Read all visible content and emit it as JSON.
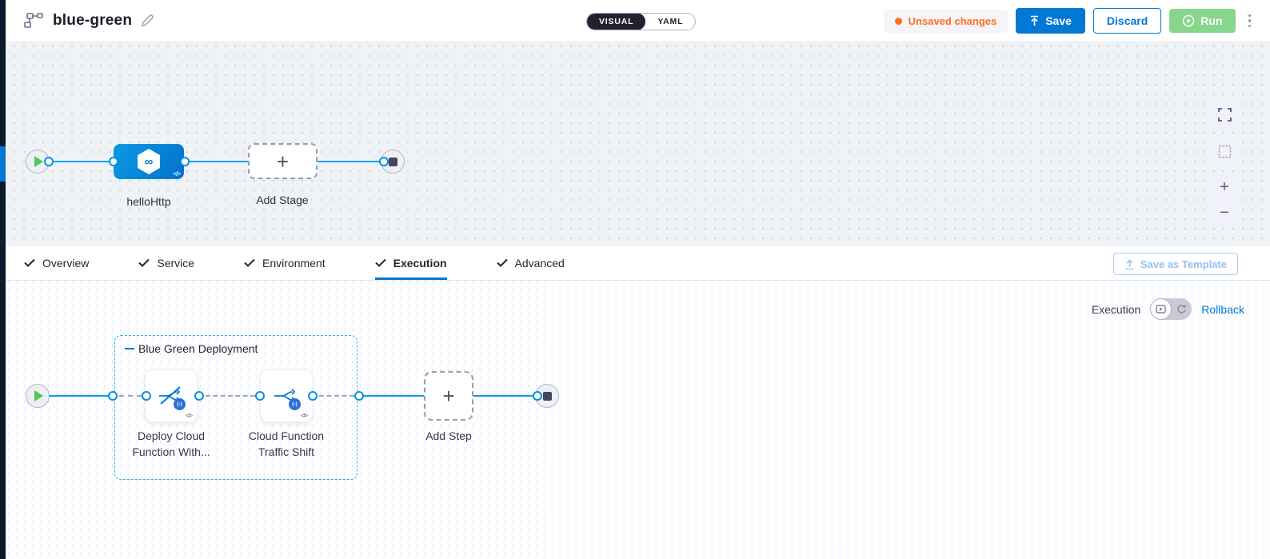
{
  "header": {
    "title": "blue-green",
    "mode_toggle": {
      "visual": "VISUAL",
      "yaml": "YAML"
    },
    "unsaved_badge": "Unsaved changes",
    "save_label": "Save",
    "discard_label": "Discard",
    "run_label": "Run"
  },
  "stage_canvas": {
    "stage_label": "helloHttp",
    "stage_icon_glyph": "∞",
    "code_glyph": "</>",
    "add_stage_label": "Add Stage",
    "plus_glyph": "+",
    "zoom_in_glyph": "+",
    "zoom_out_glyph": "−"
  },
  "tabs": {
    "items": [
      {
        "label": "Overview"
      },
      {
        "label": "Service"
      },
      {
        "label": "Environment"
      },
      {
        "label": "Execution"
      },
      {
        "label": "Advanced"
      }
    ],
    "active": "Execution",
    "save_as_template_label": "Save as Template"
  },
  "execution_canvas": {
    "mode_label": "Execution",
    "rollback_label": "Rollback",
    "group_label": "Blue Green Deployment",
    "steps": [
      {
        "label_line1": "Deploy Cloud",
        "label_line2": "Function With...",
        "badge": "(-)",
        "code_glyph": "</>"
      },
      {
        "label_line1": "Cloud Function",
        "label_line2": "Traffic Shift",
        "badge": "(-)",
        "code_glyph": "</>"
      }
    ],
    "add_step_label": "Add Step",
    "plus_glyph": "+"
  },
  "colors": {
    "accent_blue": "#0278d5",
    "link_blue": "#0a9fe4",
    "group_border": "#00ade4",
    "unsaved_orange": "#ff7020",
    "run_green": "#87d68b",
    "play_green": "#4dc952",
    "canvas_upper_bg": "#eff3f6",
    "canvas_lower_bg": "#fdfdff"
  }
}
